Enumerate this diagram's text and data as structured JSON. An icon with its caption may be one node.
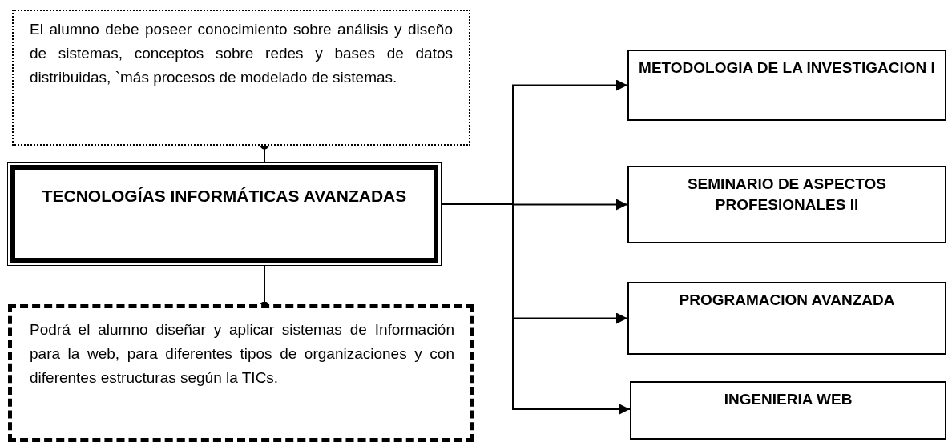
{
  "diagram": {
    "nodes": [
      {
        "text": [
          "El alumno debe poseer conocimiento sobre análisis y diseño de sistemas, conceptos sobre redes y bases de datos distribuidas, `más procesos de modelado de sistemas."
        ]
      },
      {
        "text": [
          "TECNOLOGÍAS INFORMÁTICAS AVANZADAS"
        ]
      },
      {
        "text": [
          "Podrá el alumno diseñar y aplicar sistemas de Información para la web, para diferentes tipos de organizaciones y con diferentes estructuras según la TICs."
        ]
      },
      {
        "text": [
          "METODOLOGIA DE LA INVESTIGACION I"
        ]
      },
      {
        "text": [
          "SEMINARIO DE ASPECTOS PROFESIONALES II"
        ]
      },
      {
        "text": [
          "PROGRAMACION AVANZADA"
        ]
      },
      {
        "text": [
          "INGENIERIA WEB"
        ]
      }
    ],
    "edges": [
      {
        "from": 1,
        "to": 0,
        "arrow": "other"
      },
      {
        "from": 1,
        "to": 2,
        "arrow": "other"
      },
      {
        "from": 1,
        "to": 3,
        "arrow": "to"
      },
      {
        "from": 1,
        "to": 4,
        "arrow": "to"
      },
      {
        "from": 1,
        "to": 5,
        "arrow": "to"
      },
      {
        "from": 1,
        "to": 6,
        "arrow": "to"
      }
    ]
  }
}
